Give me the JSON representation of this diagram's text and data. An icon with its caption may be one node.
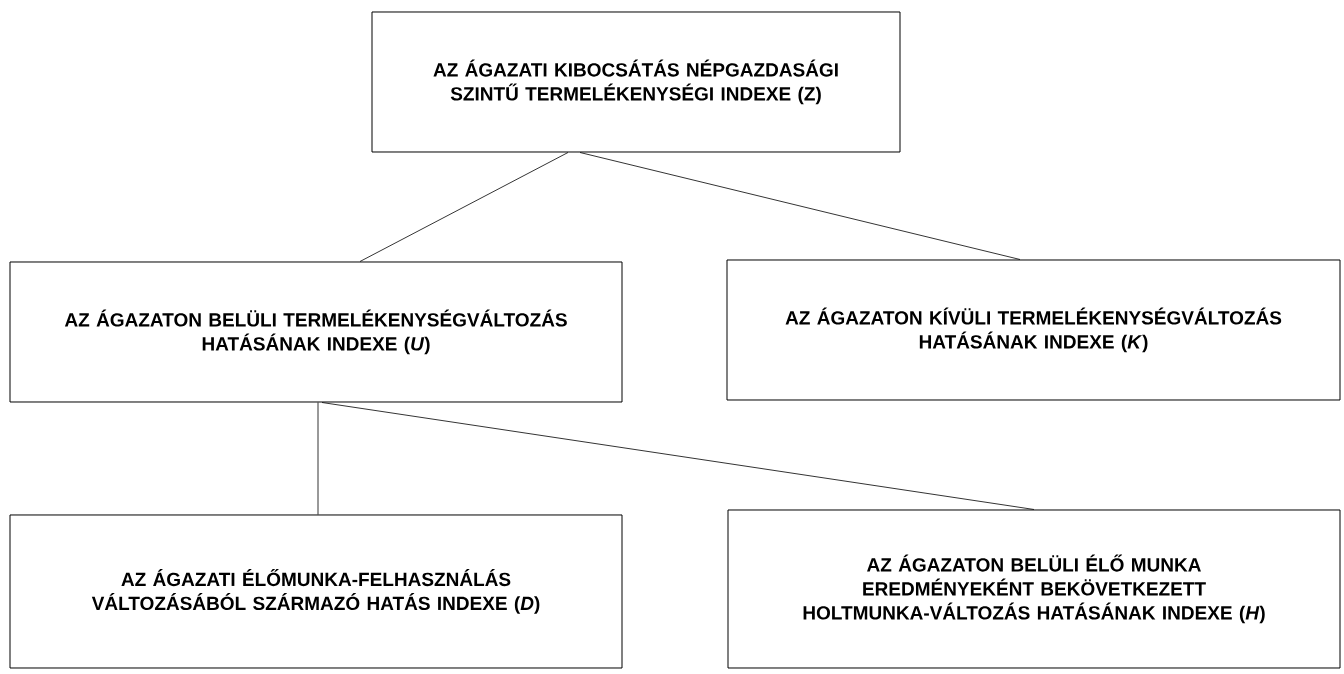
{
  "diagram": {
    "nodes": [
      {
        "text": [
          "AZ ÁGAZATI KIBOCSÁTÁS NÉPGAZDASÁGI SZINTŰ TERMELÉKENYSÉGI INDEXE (Z)"
        ]
      },
      {
        "text": [
          "AZ ÁGAZATON BELÜLI TERMELÉKENYSÉGVÁLTOZÁS HATÁSÁNAK INDEXE (*U*)"
        ]
      },
      {
        "text": [
          "AZ ÁGAZATON KÍVÜLI TERMELÉKENYSÉGVÁLTOZÁS HATÁSÁNAK INDEXE (*K*)"
        ]
      },
      {
        "text": [
          "AZ ÁGAZATI ÉLŐMUNKA-FELHASZNÁLÁS VÁLTOZÁSÁBÓL SZÁRMAZÓ HATÁS INDEXE (*D*)"
        ]
      },
      {
        "text": [
          "AZ ÁGAZATON BELÜLI ÉLŐ MUNKA EREDMÉNYEKÉNT BEKÖVETKEZETT HOLTMUNKA-VÁLTOZÁS HATÁSÁNAK INDEXE (*H*)"
        ]
      }
    ],
    "edges": [
      {
        "from": 0,
        "to": 1,
        "arrow": "none"
      },
      {
        "from": 0,
        "to": 2,
        "arrow": "none"
      },
      {
        "from": 1,
        "to": 3,
        "arrow": "none"
      },
      {
        "from": 1,
        "to": 4,
        "arrow": "none"
      }
    ]
  }
}
